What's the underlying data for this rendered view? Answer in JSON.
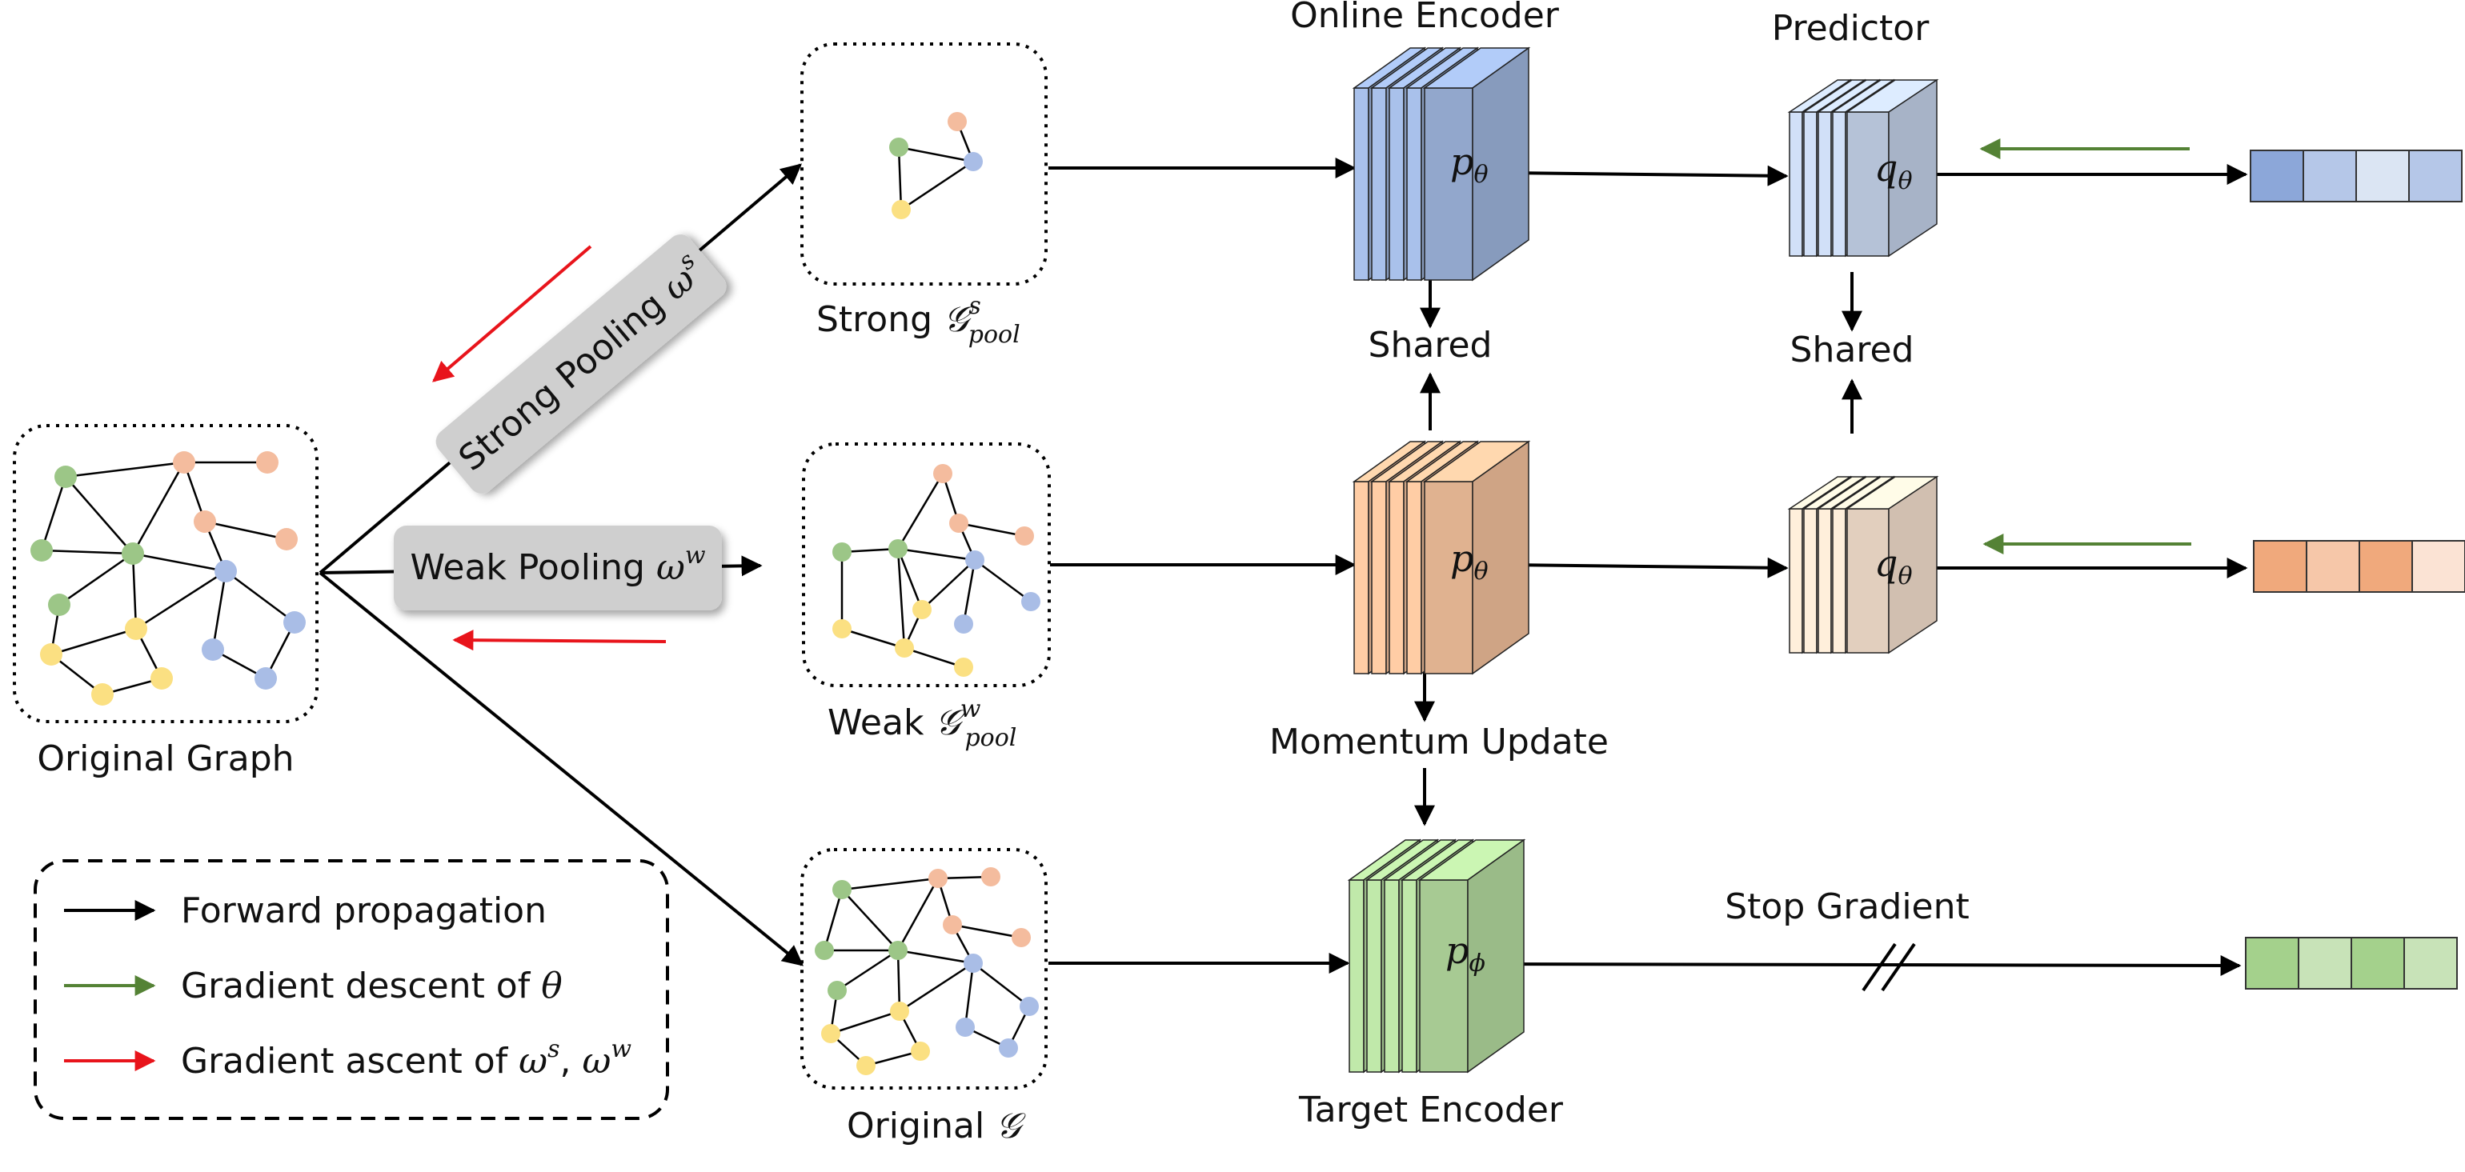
{
  "labels": {
    "original_graph": "Original Graph",
    "strong_pool_word": "Strong",
    "strong_pool_sym": "𝒢",
    "strong_pool_sup": "s",
    "strong_pool_sub": "pool",
    "weak_pool_word": "Weak",
    "weak_pool_sym": "𝒢",
    "weak_pool_sup": "w",
    "weak_pool_sub": "pool",
    "original_g_word": "Original",
    "original_g_sym": "𝒢",
    "online_encoder": "Online Encoder",
    "predictor": "Predictor",
    "shared": "Shared",
    "momentum_update": "Momentum Update",
    "target_encoder": "Target Encoder",
    "stop_gradient": "Stop Gradient"
  },
  "pooling": {
    "strong_text": "Strong Pooling ",
    "strong_sym": "ω",
    "strong_sup": "s",
    "weak_text": "Weak Pooling ",
    "weak_sym": "ω",
    "weak_sup": "w"
  },
  "encoders": {
    "online_top_sym": "p",
    "online_top_sub": "θ",
    "online_mid_sym": "p",
    "online_mid_sub": "θ",
    "target_sym": "p",
    "target_sub": "ϕ",
    "pred_top_sym": "q",
    "pred_top_sub": "θ",
    "pred_mid_sym": "q",
    "pred_mid_sub": "θ"
  },
  "legend": {
    "forward": "Forward propagation",
    "descent": "Gradient descent of ",
    "descent_sym": "θ",
    "ascent": "Gradient ascent of ",
    "ascent_sym1": "ω",
    "ascent_sup1": "s",
    "ascent_sep": ", ",
    "ascent_sym2": "ω",
    "ascent_sup2": "w"
  },
  "colors": {
    "node_green": "#9cc687",
    "node_orange": "#f4bc9e",
    "node_blue": "#a9bde6",
    "node_yellow": "#fbe082",
    "enc_blue": "#9fb6de",
    "enc_orange": "#f4c19c",
    "pred_blue": "#c5d3ea",
    "pred_orange": "#f6e1cf",
    "enc_green": "#b5dca0",
    "arrow_green": "#548235",
    "arrow_red": "#e8141b",
    "pool_box": "#cfcfcf",
    "vec_blue": [
      "#8ca7d9",
      "#b5c7e8",
      "#dbe5f3",
      "#b5c7e8"
    ],
    "vec_orange": [
      "#f0a97c",
      "#f6c7a9",
      "#f0a97c",
      "#fbe3d4"
    ],
    "vec_green": [
      "#a4d18c",
      "#c8e3b8",
      "#a4d18c",
      "#c8e3b8"
    ]
  }
}
